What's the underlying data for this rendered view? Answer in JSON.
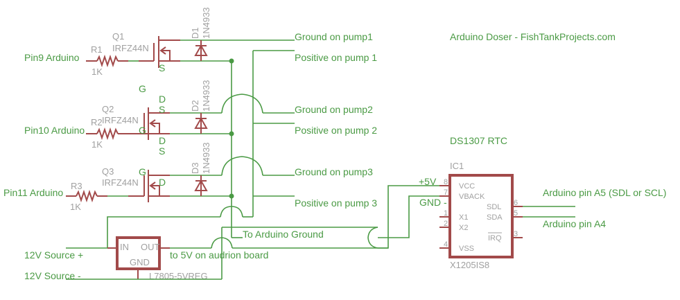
{
  "title": "Arduino Doser - FishTankProjects.com",
  "colors": {
    "wire": "#4a9a44",
    "component": "#a24a4a",
    "label": "#a0a0a0"
  },
  "mosfets": [
    {
      "ref": "Q1",
      "part": "IRFZ44N",
      "input": "Pin9 Arduino",
      "resistor": "R1",
      "resistor_value": "1K",
      "diode": "D1",
      "diode_part": "1N4933",
      "ground_label": "Ground on pump1",
      "positive_label": "Positive on pump 1"
    },
    {
      "ref": "Q2",
      "part": "IRFZ44N",
      "input": "Pin10 Arduino",
      "resistor": "R2",
      "resistor_value": "1K",
      "diode": "D2",
      "diode_part": "1N4933",
      "ground_label": "Ground on pump2",
      "positive_label": "Positive on pump 2"
    },
    {
      "ref": "Q3",
      "part": "IRFZ44N",
      "input": "Pin11 Arduino",
      "resistor": "R3",
      "resistor_value": "1K",
      "diode": "D3",
      "diode_part": "1N4933",
      "ground_label": "Ground on pump3",
      "positive_label": "Positive on pump 3"
    }
  ],
  "pin_letters": {
    "g": "G",
    "d": "D",
    "s": "S"
  },
  "regulator": {
    "part": "L7805-5VREG",
    "pin_in": "IN",
    "pin_out": "OUT",
    "pin_gnd": "GND"
  },
  "power": {
    "source_plus": "12V Source +",
    "source_minus": "12V Source -",
    "to_5v": "to 5V on audrion board",
    "to_ground": "To Arduino Ground"
  },
  "rtc": {
    "heading": "DS1307 RTC",
    "ref": "IC1",
    "part": "X1205IS8",
    "plus5v": "+5V",
    "gnd": "GND -",
    "pins_left": [
      {
        "num": "8",
        "name": "VCC"
      },
      {
        "num": "7",
        "name": "VBACK"
      },
      {
        "num": "1",
        "name": "X1"
      },
      {
        "num": "2",
        "name": "X2"
      },
      {
        "num": "4",
        "name": "VSS"
      }
    ],
    "pins_right": [
      {
        "num": "6",
        "name": "SDL"
      },
      {
        "num": "5",
        "name": "SDA"
      },
      {
        "num": "3",
        "name": "IRQ"
      }
    ],
    "a5_label": "Arduino pin A5 (SDL or SCL)",
    "a4_label": "Arduino pin A4"
  }
}
